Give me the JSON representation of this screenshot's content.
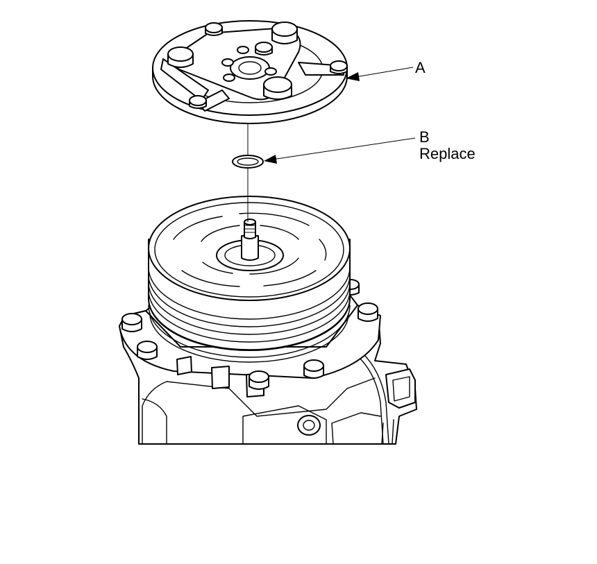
{
  "callouts": {
    "a": {
      "letter": "A"
    },
    "b": {
      "letter": "B",
      "note": "Replace"
    }
  }
}
